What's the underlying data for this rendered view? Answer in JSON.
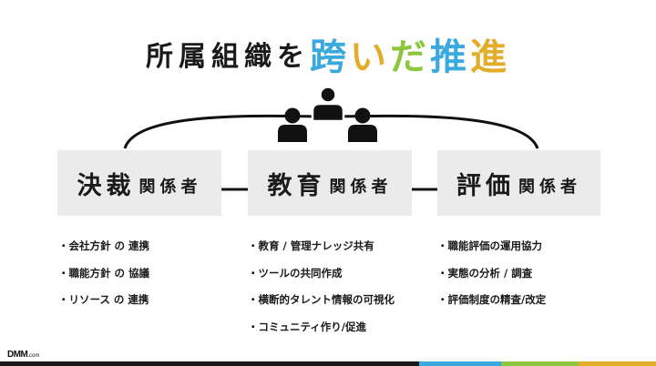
{
  "title": {
    "plain": "所属組織を",
    "highlight": [
      {
        "char": "跨",
        "color": "#3aa9de"
      },
      {
        "char": "い",
        "color": "#e3ad2a"
      },
      {
        "char": "だ",
        "color": "#8cc63f"
      },
      {
        "char": "推",
        "color": "#3aa9de"
      },
      {
        "char": "進",
        "color": "#e3ad2a"
      }
    ]
  },
  "stakeholders": [
    {
      "main": "決裁",
      "sub": "関係者"
    },
    {
      "main": "教育",
      "sub": "関係者"
    },
    {
      "main": "評価",
      "sub": "関係者"
    }
  ],
  "lists": {
    "decision": [
      "・会社方針 の 連携",
      "・職能方針 の 協議",
      "・リソース の 連携"
    ],
    "education": [
      "・教育 / 管理ナレッジ共有",
      "・ツールの共同作成",
      "・横断的タレント情報の可視化",
      "・コミュニティ作り/促進"
    ],
    "evaluation": [
      "・職能評価の運用協力",
      "・実態の分析 / 調査",
      "・評価制度の精査/改定"
    ]
  },
  "logo": {
    "brand": "DMM",
    "domain": ".com"
  },
  "colors": {
    "line": "#111111",
    "person": "#111111",
    "box_bg": "#ebebeb",
    "bar": [
      "#1a1a1a",
      "#3aa9de",
      "#8cc63f",
      "#e3ad2a"
    ]
  }
}
